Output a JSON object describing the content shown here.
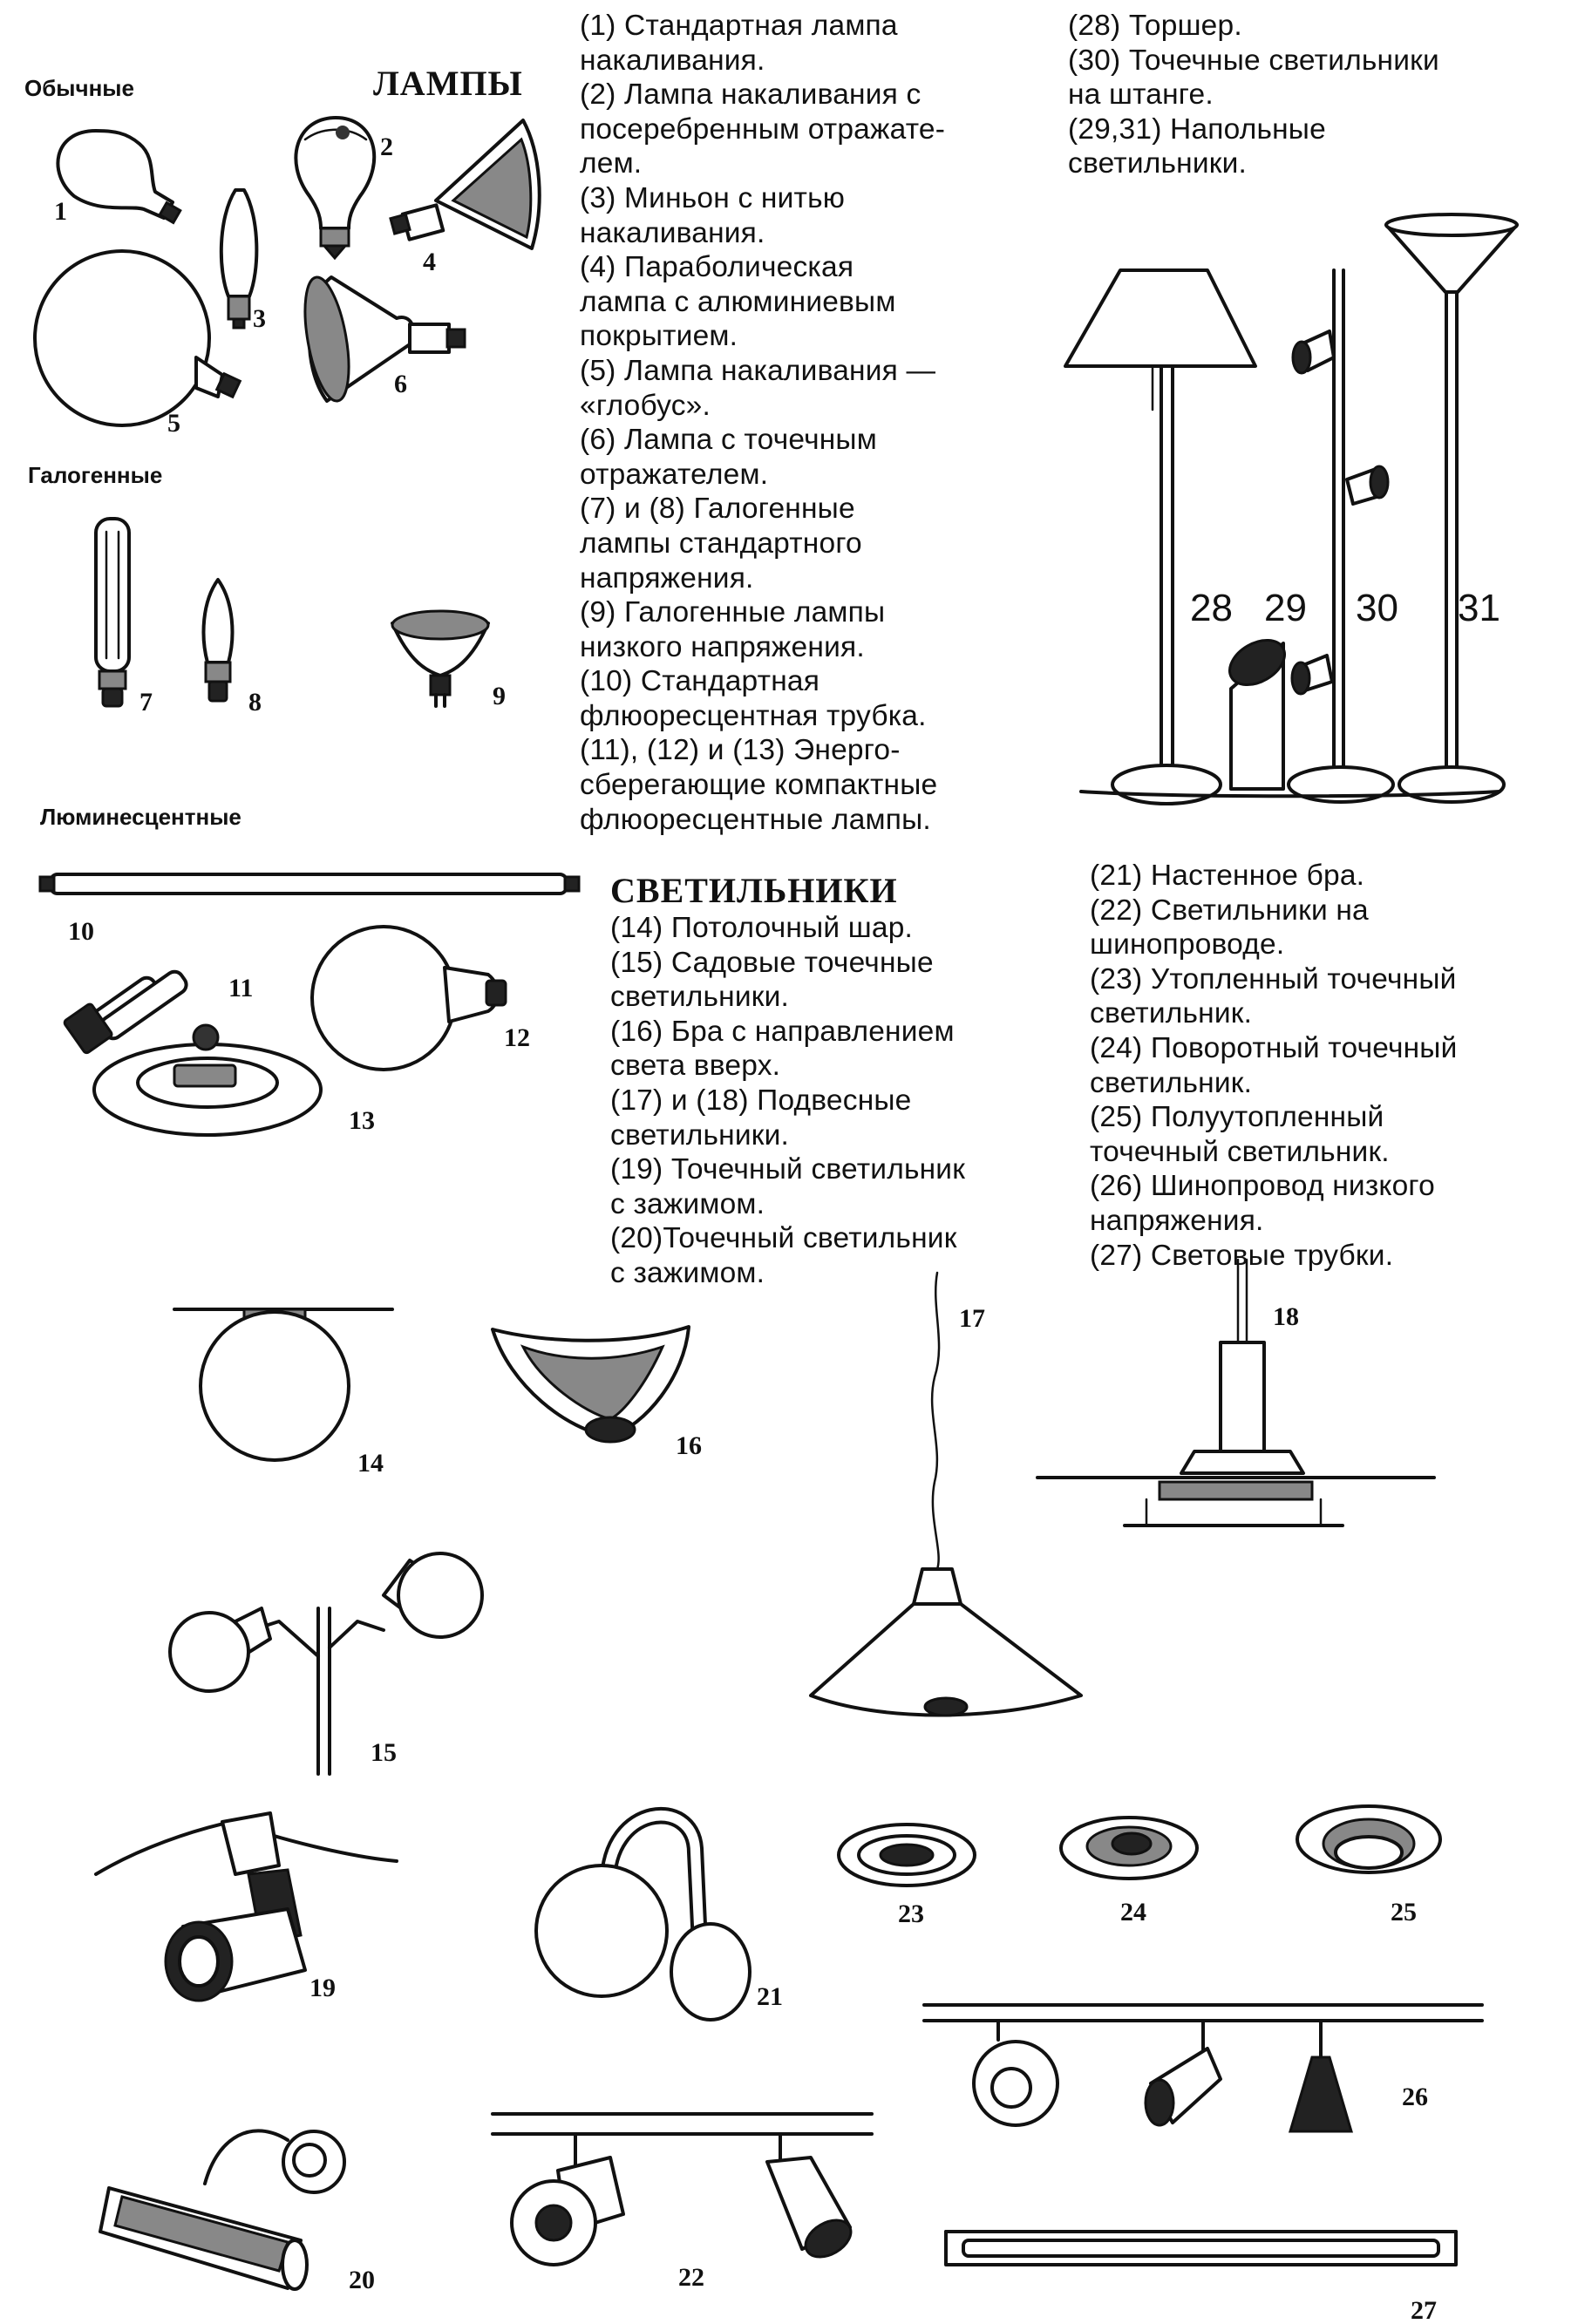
{
  "sections": {
    "lamps_title": "ЛАМПЫ",
    "fixtures_title": "СВЕТИЛЬНИКИ",
    "category_ordinary": "Обычные",
    "category_halogen": "Галогенные",
    "category_fluorescent": "Люминесцентные"
  },
  "lamps_legend": [
    "(1) Стандартная лампа",
    "накаливания.",
    "(2) Лампа накаливания с",
    "посеребренным отражате-",
    "лем.",
    "(3) Миньон с нитью",
    "накаливания.",
    "(4) Параболическая",
    "лампа с алюминиевым",
    "покрытием.",
    "(5) Лампа накаливания —",
    "«глобус».",
    "(6) Лампа с точечным",
    "отражателем.",
    "(7) и (8) Галогенные",
    "лампы стандартного",
    "напряжения.",
    "(9) Галогенные лампы",
    "низкого напряжения.",
    "(10) Стандартная",
    "флюоресцентная трубка.",
    "(11), (12) и (13) Энерго-",
    "сберегающие компактные",
    "флюоресцентные лампы."
  ],
  "floor_legend": [
    "(28) Торшер.",
    "(30) Точечные светильники",
    "на штанге.",
    "(29,31) Напольные",
    "светильники."
  ],
  "fixtures_legend_left": [
    "(14) Потолочный шар.",
    "(15) Садовые точечные",
    "светильники.",
    "(16) Бра с направлением",
    "света вверх.",
    "(17) и (18) Подвесные",
    "светильники.",
    "(19) Точечный светильник",
    "с зажимом.",
    "(20)Точечный светильник",
    "с зажимом."
  ],
  "fixtures_legend_right": [
    "(21) Настенное бра.",
    "(22) Светильники на",
    "шинопроводе.",
    "(23) Утопленный точечный",
    "светильник.",
    "(24) Поворотный точечный",
    "светильник.",
    "(25) Полуутопленный",
    "точечный светильник.",
    "(26) Шинопровод низкого",
    "напряжения.",
    "(27) Световые трубки."
  ],
  "figure_numbers": {
    "n1": "1",
    "n2": "2",
    "n3": "3",
    "n4": "4",
    "n5": "5",
    "n6": "6",
    "n7": "7",
    "n8": "8",
    "n9": "9",
    "n10": "10",
    "n11": "11",
    "n12": "12",
    "n13": "13",
    "n14": "14",
    "n15": "15",
    "n16": "16",
    "n17": "17",
    "n18": "18",
    "n19": "19",
    "n20": "20",
    "n21": "21",
    "n22": "22",
    "n23": "23",
    "n24": "24",
    "n25": "25",
    "n26": "26",
    "n27": "27",
    "n28": "28",
    "n29": "29",
    "n30": "30",
    "n31": "31"
  }
}
